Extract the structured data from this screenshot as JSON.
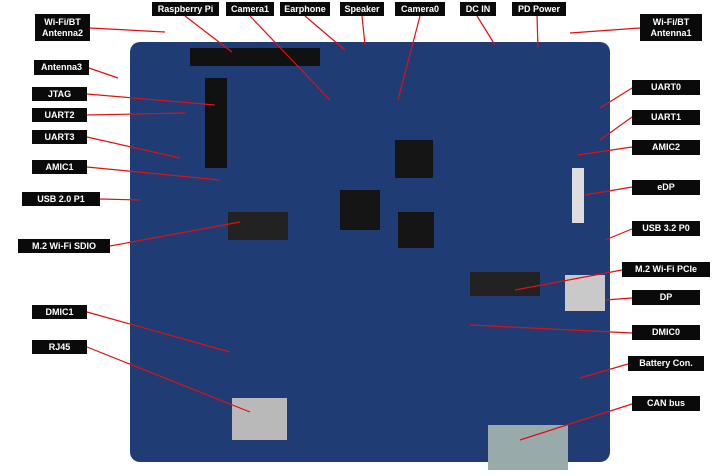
{
  "labels": {
    "wifi_bt_antenna2": "Wi-Fi/BT\nAntenna2",
    "raspberry_pi": "Raspberry Pi",
    "camera1": "Camera1",
    "earphone": "Earphone",
    "speaker": "Speaker",
    "camera0": "Camera0",
    "dc_in": "DC IN",
    "pd_power": "PD Power",
    "wifi_bt_antenna1": "Wi-Fi/BT\nAntenna1",
    "antenna3": "Antenna3",
    "jtag": "JTAG",
    "uart2": "UART2",
    "uart3": "UART3",
    "amic1": "AMIC1",
    "usb20_p1": "USB 2.0 P1",
    "m2_wifi_sdio": "M.2 Wi-Fi SDIO",
    "dmic1": "DMIC1",
    "rj45": "RJ45",
    "uart0": "UART0",
    "uart1": "UART1",
    "amic2": "AMIC2",
    "edp": "eDP",
    "usb32_p0": "USB 3.2 P0",
    "m2_wifi_pcie": "M.2 Wi-Fi PCIe",
    "dp": "DP",
    "dmic0": "DMIC0",
    "battery_con": "Battery Con.",
    "can_bus": "CAN bus"
  },
  "colors": {
    "board": "#1f3d74",
    "label_bg": "#0a0a0a",
    "pointer": "#e01010"
  }
}
